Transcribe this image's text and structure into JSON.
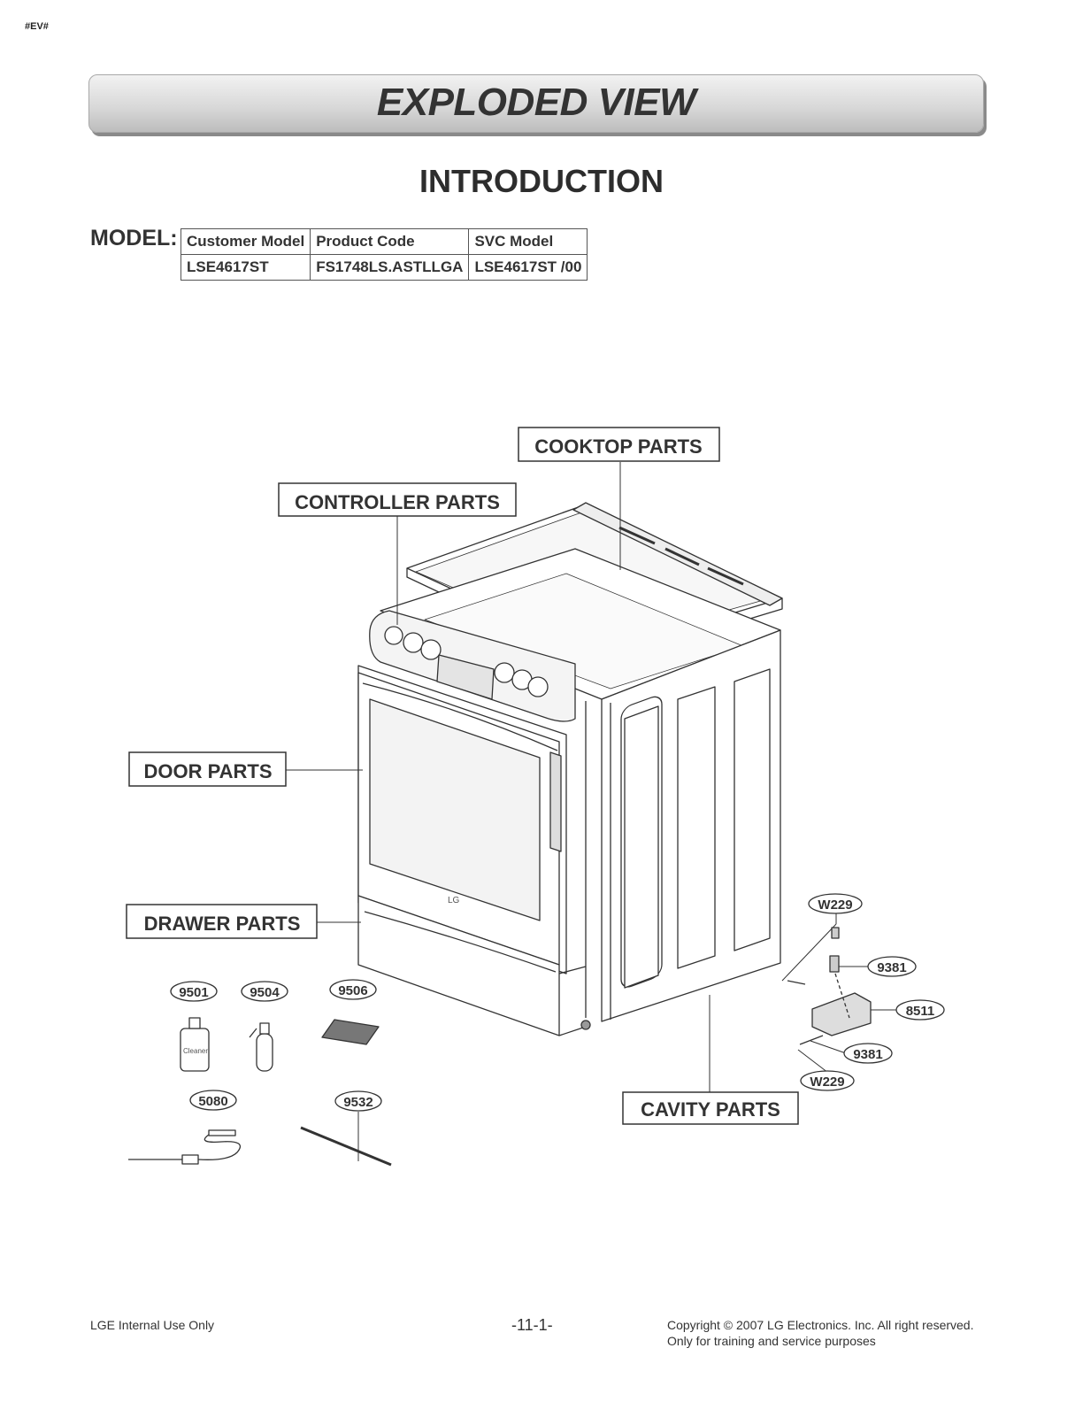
{
  "page": {
    "tag": "#EV#",
    "banner_title": "EXPLODED VIEW",
    "subtitle": "INTRODUCTION"
  },
  "model": {
    "label": "MODEL:",
    "headers": [
      "Customer Model",
      "Product Code",
      "SVC Model"
    ],
    "row": [
      "LSE4617ST",
      "FS1748LS.ASTLLGA",
      "LSE4617ST /00"
    ]
  },
  "diagram": {
    "labels": {
      "cooktop": "COOKTOP PARTS",
      "controller": "CONTROLLER PARTS",
      "door": "DOOR PARTS",
      "drawer": "DRAWER PARTS",
      "cavity": "CAVITY PARTS"
    },
    "parts": {
      "p9501": "9501",
      "p9504": "9504",
      "p9506": "9506",
      "p5080": "5080",
      "p9532": "9532",
      "pw229a": "W229",
      "p9381a": "9381",
      "p8511": "8511",
      "p9381b": "9381",
      "pw229b": "W229"
    },
    "cleaner_text": "Cleaner",
    "brand_text": "LG"
  },
  "footer": {
    "left": "LGE Internal Use Only",
    "center": "-11-1-",
    "right_line1": "Copyright © 2007 LG Electronics. Inc. All right reserved.",
    "right_line2": "Only for training and service purposes"
  }
}
